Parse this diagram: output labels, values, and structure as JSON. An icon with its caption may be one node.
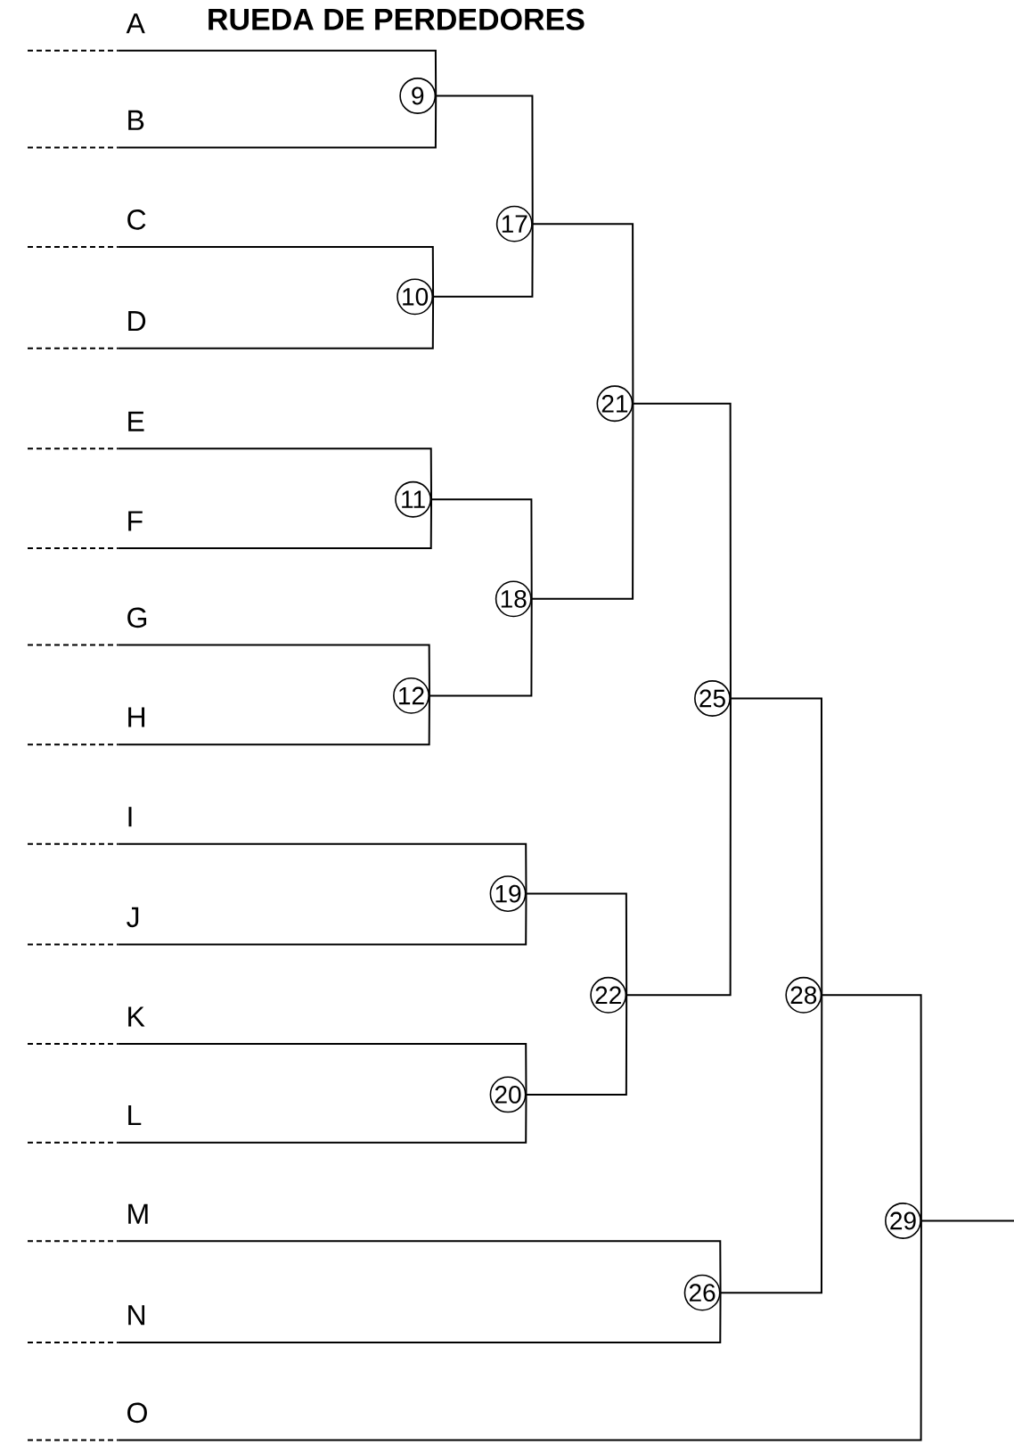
{
  "diagram": {
    "title": "RUEDA DE PERDEDORES",
    "nodes": [
      {
        "text": [
          "A"
        ]
      },
      {
        "text": [
          "B"
        ]
      },
      {
        "text": [
          "C"
        ]
      },
      {
        "text": [
          "D"
        ]
      },
      {
        "text": [
          "E"
        ]
      },
      {
        "text": [
          "F"
        ]
      },
      {
        "text": [
          "G"
        ]
      },
      {
        "text": [
          "H"
        ]
      },
      {
        "text": [
          "I"
        ]
      },
      {
        "text": [
          "J"
        ]
      },
      {
        "text": [
          "K"
        ]
      },
      {
        "text": [
          "L"
        ]
      },
      {
        "text": [
          "M"
        ]
      },
      {
        "text": [
          "N"
        ]
      },
      {
        "text": [
          "O"
        ]
      },
      {
        "text": [
          "9"
        ]
      },
      {
        "text": [
          "10"
        ]
      },
      {
        "text": [
          "11"
        ]
      },
      {
        "text": [
          "12"
        ]
      },
      {
        "text": [
          "17"
        ]
      },
      {
        "text": [
          "18"
        ]
      },
      {
        "text": [
          "19"
        ]
      },
      {
        "text": [
          "20"
        ]
      },
      {
        "text": [
          "21"
        ]
      },
      {
        "text": [
          "22"
        ]
      },
      {
        "text": [
          "25"
        ]
      },
      {
        "text": [
          "26"
        ]
      },
      {
        "text": [
          "28"
        ]
      },
      {
        "text": [
          "29"
        ]
      }
    ],
    "edges": [
      {
        "from": 0,
        "to": 15,
        "arrow": "none"
      },
      {
        "from": 1,
        "to": 15,
        "arrow": "none"
      },
      {
        "from": 2,
        "to": 16,
        "arrow": "none"
      },
      {
        "from": 3,
        "to": 16,
        "arrow": "none"
      },
      {
        "from": 4,
        "to": 17,
        "arrow": "none"
      },
      {
        "from": 5,
        "to": 17,
        "arrow": "none"
      },
      {
        "from": 6,
        "to": 18,
        "arrow": "none"
      },
      {
        "from": 7,
        "to": 18,
        "arrow": "none"
      },
      {
        "from": 15,
        "to": 19,
        "arrow": "none"
      },
      {
        "from": 16,
        "to": 19,
        "arrow": "none"
      },
      {
        "from": 17,
        "to": 20,
        "arrow": "none"
      },
      {
        "from": 18,
        "to": 20,
        "arrow": "none"
      },
      {
        "from": 19,
        "to": 23,
        "arrow": "none"
      },
      {
        "from": 20,
        "to": 23,
        "arrow": "none"
      },
      {
        "from": 8,
        "to": 21,
        "arrow": "none"
      },
      {
        "from": 9,
        "to": 21,
        "arrow": "none"
      },
      {
        "from": 10,
        "to": 22,
        "arrow": "none"
      },
      {
        "from": 11,
        "to": 22,
        "arrow": "none"
      },
      {
        "from": 21,
        "to": 24,
        "arrow": "none"
      },
      {
        "from": 22,
        "to": 24,
        "arrow": "none"
      },
      {
        "from": 23,
        "to": 25,
        "arrow": "none"
      },
      {
        "from": 24,
        "to": 25,
        "arrow": "none"
      },
      {
        "from": 12,
        "to": 26,
        "arrow": "none"
      },
      {
        "from": 13,
        "to": 26,
        "arrow": "none"
      },
      {
        "from": 25,
        "to": 27,
        "arrow": "none"
      },
      {
        "from": 26,
        "to": 27,
        "arrow": "none"
      },
      {
        "from": 14,
        "to": 28,
        "arrow": "none"
      },
      {
        "from": 27,
        "to": 28,
        "arrow": "none"
      },
      {
        "from": 28,
        "to": null,
        "arrow": "none"
      }
    ]
  }
}
